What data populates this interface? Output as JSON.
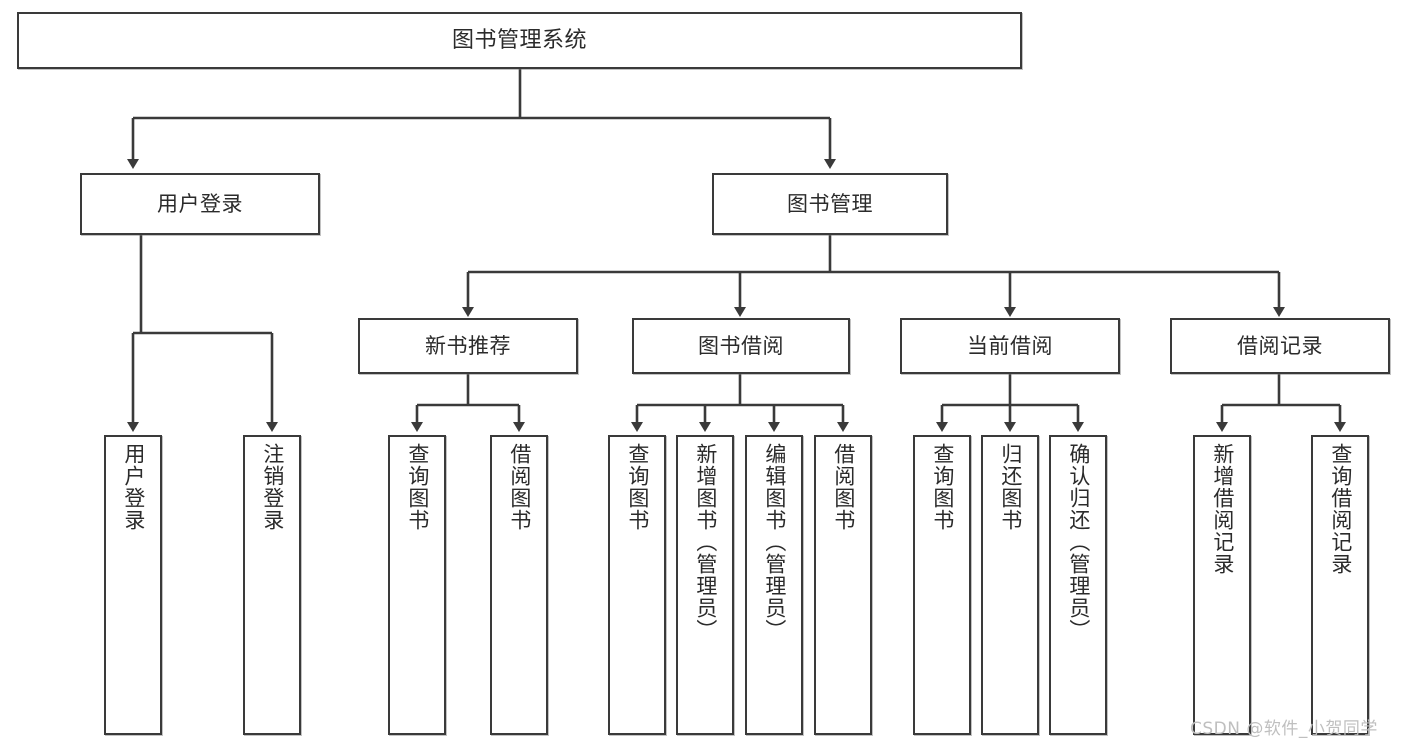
{
  "diagram": {
    "type": "tree",
    "title": "图书管理系统",
    "root": {
      "label": "图书管理系统"
    },
    "level2": [
      {
        "label": "用户登录"
      },
      {
        "label": "图书管理"
      }
    ],
    "level3": [
      {
        "label": "新书推荐"
      },
      {
        "label": "图书借阅"
      },
      {
        "label": "当前借阅"
      },
      {
        "label": "借阅记录"
      }
    ],
    "leaves": {
      "user_login": [
        {
          "label": "用户登录"
        },
        {
          "label": "注销登录"
        }
      ],
      "new_book_recommend": [
        {
          "label": "查询图书"
        },
        {
          "label": "借阅图书"
        }
      ],
      "book_borrow": [
        {
          "label": "查询图书"
        },
        {
          "label": "新增图书（管理员）"
        },
        {
          "label": "编辑图书（管理员）"
        },
        {
          "label": "借阅图书"
        }
      ],
      "current_borrow": [
        {
          "label": "查询图书"
        },
        {
          "label": "归还图书"
        },
        {
          "label": "确认归还（管理员）"
        }
      ],
      "borrow_record": [
        {
          "label": "新增借阅记录"
        },
        {
          "label": "查询借阅记录"
        }
      ]
    }
  },
  "watermark": {
    "text": "CSDN @软件_小贺同学"
  },
  "colors": {
    "line": "#3a3a3a",
    "box_border": "#3a3a3a",
    "box_fill": "#ffffff",
    "text": "#2b2b2b",
    "watermark": "#bfbfbf"
  }
}
